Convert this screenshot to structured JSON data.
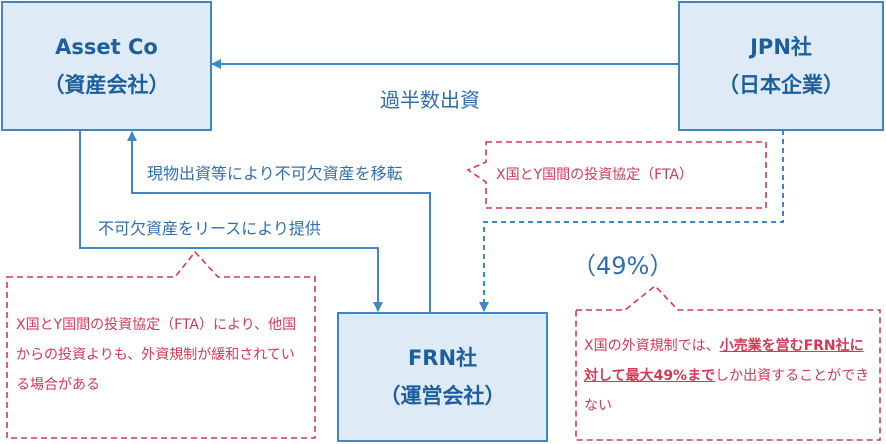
{
  "entities": {
    "asset_co": {
      "name": "Asset Co",
      "sub": "（資産会社）"
    },
    "jpn": {
      "name": "JPN社",
      "sub": "（日本企業）"
    },
    "frn": {
      "name": "FRN社",
      "sub": "（運営会社）"
    }
  },
  "flows": {
    "majority_investment": "過半数出資",
    "in_kind_transfer": "現物出資等により不可欠資産を移転",
    "lease": "不可欠資産をリースにより提供",
    "percentage": "（49%）"
  },
  "notes": {
    "fta_top": "X国とY国間の投資協定（FTA）",
    "fta_left": "X国とY国間の投資協定（FTA）により、他国からの投資よりも、外資規制が緩和されている場合がある",
    "restriction": {
      "part1": "X国の外資規制では、",
      "emphasis": "小売業を営むFRN社に対して最大49%まで",
      "part2": "しか出資することができない"
    }
  },
  "colors": {
    "box_fill": "#deeaf6",
    "box_border": "#3e86c4",
    "entity_text": "#1d5f9c",
    "arrow": "#3e86c4",
    "note": "#d23a56"
  }
}
